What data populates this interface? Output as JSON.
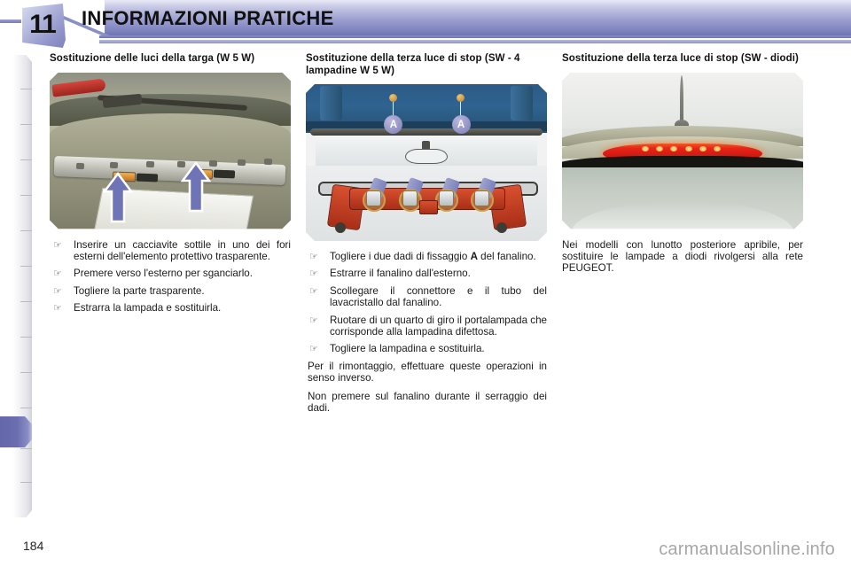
{
  "header": {
    "chapter_number": "11",
    "title": "INFORMAZIONI PRATICHE",
    "accent_color": "#6e73b4",
    "badge_gradient_from": "#dcdff0",
    "badge_gradient_to": "#7d82bd"
  },
  "sidebar": {
    "active_tab_color": "#6b6fb0",
    "tab_count": 13,
    "active_tab_index": 11
  },
  "columns": [
    {
      "title": "Sostituzione delle luci della targa (W 5 W)",
      "figure": {
        "name": "car-rear-number-plate-lights-photo",
        "caption_arrows": 2
      },
      "blocks": [
        {
          "type": "bullet",
          "glyph": "☞",
          "text": "Inserire un cacciavite sottile in uno dei fori esterni dell'elemento protettivo trasparente."
        },
        {
          "type": "bullet",
          "glyph": "☞",
          "text": "Premere verso l'esterno per sganciarlo."
        },
        {
          "type": "bullet",
          "glyph": "☞",
          "text": "Togliere la parte trasparente."
        },
        {
          "type": "bullet",
          "glyph": "☞",
          "text": "Estrarra la lampada e sostituirla."
        }
      ]
    },
    {
      "title": "Sostituzione della terza luce di stop (SW - 4 lampadine W 5 W)",
      "figure": {
        "name": "third-stop-light-bulbs-diagram",
        "callout_labels": [
          "A",
          "A"
        ],
        "bulb_count": 4
      },
      "blocks": [
        {
          "type": "bullet",
          "glyph": "☞",
          "text_before": "Togliere i due dadi di fissaggio ",
          "bold": "A",
          "text_after": " del fanalino."
        },
        {
          "type": "bullet",
          "glyph": "☞",
          "text": "Estrarre il fanalino dall'esterno."
        },
        {
          "type": "bullet",
          "glyph": "☞",
          "text": "Scollegare il connettore e il tubo del lavacristallo dal fanalino."
        },
        {
          "type": "bullet",
          "glyph": "☞",
          "text": "Ruotare di un quarto di giro il portalampada che corrisponde alla lampadina difettosa."
        },
        {
          "type": "bullet",
          "glyph": "☞",
          "text": "Togliere la lampadina e sostituirla."
        },
        {
          "type": "para",
          "text": "Per il rimontaggio, effettuare queste operazioni in senso inverso."
        },
        {
          "type": "para",
          "text": "Non premere sul fanalino durante il serraggio dei dadi."
        }
      ]
    },
    {
      "title": "Sostituzione della terza luce di stop (SW - diodi)",
      "figure": {
        "name": "third-stop-light-led-photo"
      },
      "blocks": [
        {
          "type": "para",
          "text": "Nei modelli con lunotto posteriore apribile, per sostituire le lampade a diodi rivolgersi alla rete PEUGEOT."
        }
      ]
    }
  ],
  "footer": {
    "page_number": "184",
    "watermark": "carmanualsonline.info"
  }
}
